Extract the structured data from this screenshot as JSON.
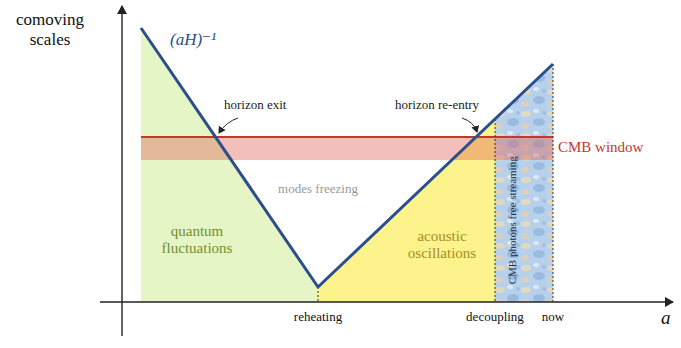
{
  "diagram": {
    "nodes": [
      {
        "text": [
          "CMB window"
        ]
      },
      {
        "text": [
          "quantum fluctuations"
        ]
      },
      {
        "text": [
          "acoustic oscillations"
        ]
      },
      {
        "text": [
          "CMB photons free streaming"
        ]
      }
    ],
    "labels": [
      "comoving scales",
      "(aH)⁻¹",
      "horizon exit",
      "horizon re-entry",
      "modes freezing",
      "reheating",
      "decoupling",
      "now",
      "a"
    ]
  }
}
